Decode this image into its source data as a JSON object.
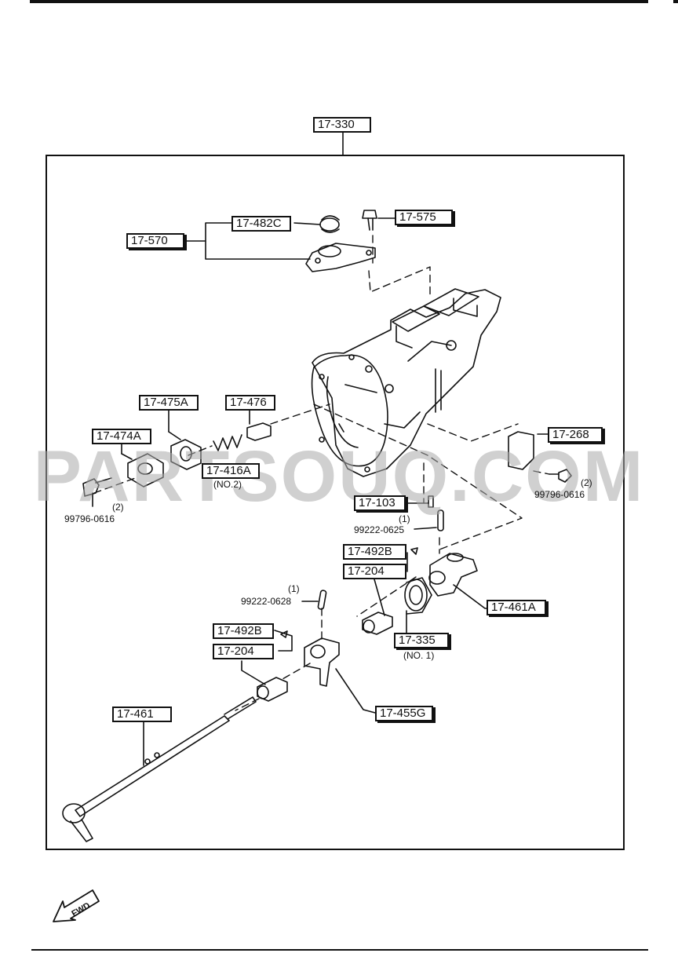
{
  "watermark": "PARTSOUQ.COM",
  "fwd_label": "FWD",
  "callouts": [
    {
      "id": "17-330",
      "text": "17-330"
    },
    {
      "id": "17-482C",
      "text": "17-482C"
    },
    {
      "id": "17-575",
      "text": "17-575"
    },
    {
      "id": "17-570",
      "text": "17-570"
    },
    {
      "id": "17-475A",
      "text": "17-475A"
    },
    {
      "id": "17-476",
      "text": "17-476"
    },
    {
      "id": "17-474A",
      "text": "17-474A"
    },
    {
      "id": "17-416A",
      "text": "17-416A"
    },
    {
      "id": "17-268",
      "text": "17-268"
    },
    {
      "id": "17-103",
      "text": "17-103"
    },
    {
      "id": "17-492B-upper",
      "text": "17-492B"
    },
    {
      "id": "17-204-upper",
      "text": "17-204"
    },
    {
      "id": "17-461A",
      "text": "17-461A"
    },
    {
      "id": "17-335",
      "text": "17-335"
    },
    {
      "id": "17-492B-lower",
      "text": "17-492B"
    },
    {
      "id": "17-204-lower",
      "text": "17-204"
    },
    {
      "id": "17-455G",
      "text": "17-455G"
    },
    {
      "id": "17-461",
      "text": "17-461"
    }
  ],
  "notes": {
    "no2": "(NO.2)",
    "qty_left_bolt": "(2)",
    "part_left_bolt": "99796-0616",
    "qty_right_bolt": "(2)",
    "part_right_bolt": "99796-0616",
    "qty_pin_upper": "(1)",
    "part_pin_upper": "99222-0625",
    "qty_pin_lower": "(1)",
    "part_pin_lower": "99222-0628",
    "no1": "(NO. 1)"
  }
}
